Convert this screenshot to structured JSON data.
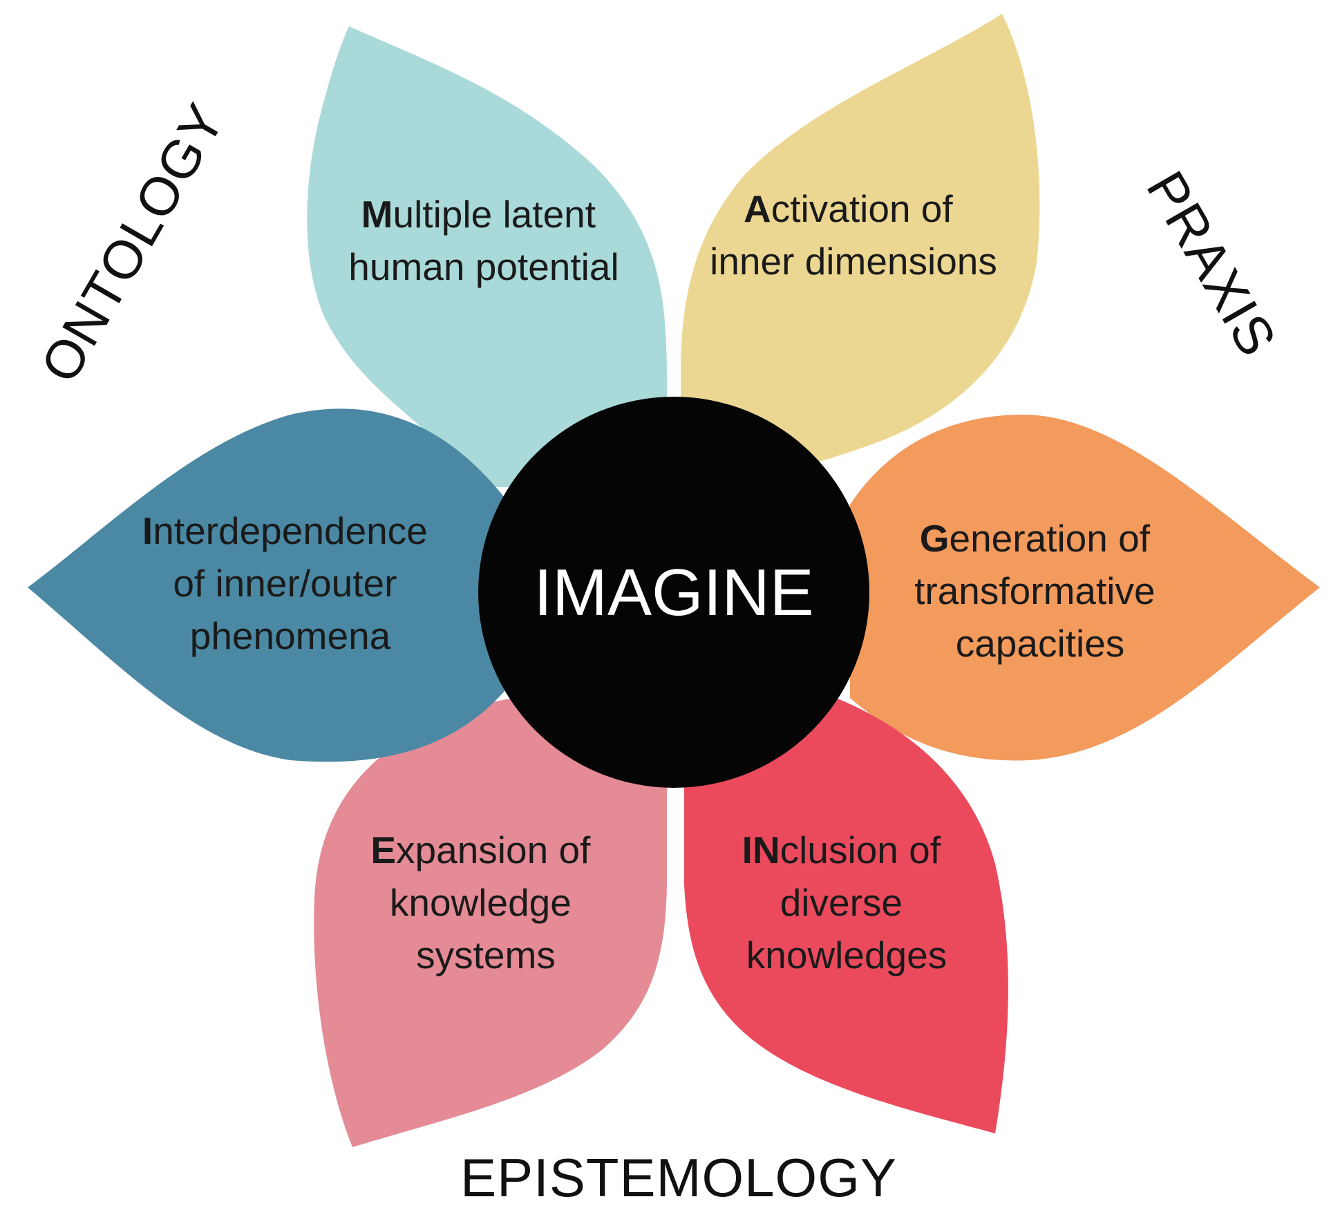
{
  "center": {
    "label": "IMAGINE",
    "fill": "#050505"
  },
  "axis_labels": {
    "ontology": "ONTOLOGY",
    "praxis": "PRAXIS",
    "epistemology": "EPISTEMOLOGY"
  },
  "petals": [
    {
      "id": "multiple",
      "color": "#a9d9d8",
      "initial": "M",
      "line1_rest": "ultiple latent",
      "line2": "human potential"
    },
    {
      "id": "activation",
      "color": "#ecd792",
      "initial": "A",
      "line1_rest": "ctivation of",
      "line2": "inner dimensions"
    },
    {
      "id": "generation",
      "color": "#f39a5d",
      "initial": "G",
      "line1_rest": "eneration of",
      "line2": "transformative",
      "line3": "capacities"
    },
    {
      "id": "inclusion",
      "color": "#eb4a5d",
      "initial": "IN",
      "line1_rest": "clusion of",
      "line2": "diverse",
      "line3": "knowledges"
    },
    {
      "id": "expansion",
      "color": "#e48b96",
      "initial": "E",
      "line1_rest": "xpansion of",
      "line2": "knowledge",
      "line3": "systems"
    },
    {
      "id": "interdependence",
      "color": "#4a88a3",
      "initial": "I",
      "line1_rest": "nterdependence",
      "line2": "of inner/outer",
      "line3": "phenomena"
    }
  ]
}
